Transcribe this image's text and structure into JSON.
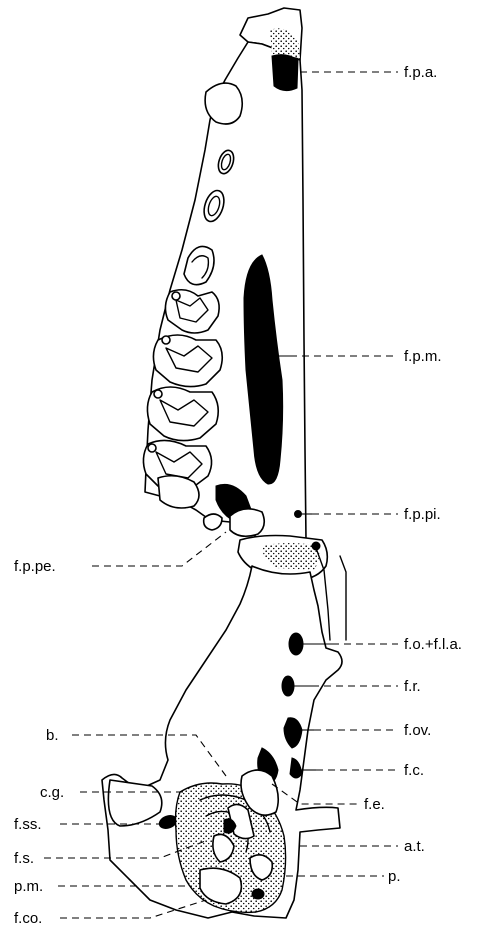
{
  "labels": {
    "fpa": "f.p.a.",
    "fpm": "f.p.m.",
    "fppi": "f.p.pi.",
    "fppe": "f.p.pe.",
    "fofla": "f.o.+f.l.a.",
    "fr": "f.r.",
    "b": "b.",
    "fov": "f.ov.",
    "fc": "f.c.",
    "cg": "c.g.",
    "fe": "f.e.",
    "fss": "f.ss.",
    "at": "a.t.",
    "fs": "f.s.",
    "p": "p.",
    "pm": "p.m.",
    "fco": "f.co."
  }
}
